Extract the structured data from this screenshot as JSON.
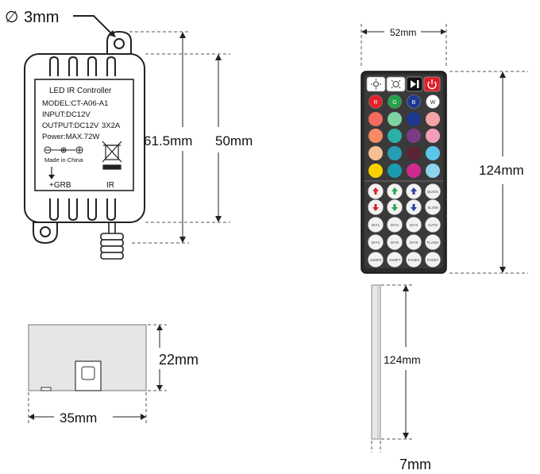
{
  "controller": {
    "hole_dim": "3mm",
    "hole_symbol": "∅",
    "label_lines": [
      "LED IR Controller",
      "MODEL:CT-A06-A1",
      "INPUT:DC12V",
      "OUTPUT:DC12V",
      "Power:MAX.72W"
    ],
    "output_rating": "3X2A",
    "polarity_text": "Made in China",
    "port_left": "+GRB",
    "port_right": "IR",
    "dim_height_outer": "61.5mm",
    "dim_height_inner": "50mm"
  },
  "side_view": {
    "dim_height": "22mm",
    "dim_width": "35mm"
  },
  "remote": {
    "dim_width": "52mm",
    "dim_height": "124mm",
    "profile_height": "124mm",
    "profile_thickness": "7mm",
    "letter_keys": [
      "R",
      "G",
      "B",
      "W"
    ],
    "color_rows": [
      [
        "#f36b5e",
        "#7fd3a0",
        "#1d3a8f",
        "#f4a4a6"
      ],
      [
        "#f58a64",
        "#2ab0a6",
        "#7b3a86",
        "#f3a0b7"
      ],
      [
        "#f7c094",
        "#279eb5",
        "#5a2435",
        "#5cc6e9"
      ],
      [
        "#ffd000",
        "#1a9cb0",
        "#cf2b8c",
        "#8fd4ef"
      ]
    ],
    "func_keys": [
      [
        "",
        "",
        "",
        "QUICK"
      ],
      [
        "",
        "",
        "",
        "SLOW"
      ],
      [
        "DIY1",
        "DIY2",
        "DIY3",
        "AUTO"
      ],
      [
        "DIY4",
        "DIY5",
        "DIY6",
        "FLASH"
      ],
      [
        "JUMP3",
        "JUMP7",
        "FADE3",
        "FADE7"
      ]
    ],
    "arrow_colors": [
      "#d6262b",
      "#27a54a",
      "#2b3fa0"
    ]
  }
}
